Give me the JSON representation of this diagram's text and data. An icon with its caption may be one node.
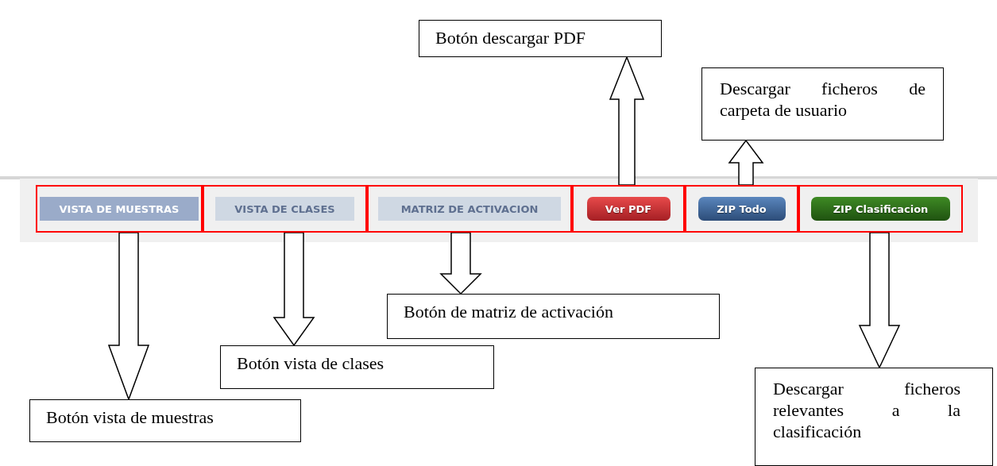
{
  "diagram": {
    "nodes": [
      {
        "text": [
          "Botón descargar PDF"
        ]
      },
      {
        "text": [
          "Descargar ficheros de carpeta de usuario"
        ]
      },
      {
        "text": [
          "VISTA DE MUESTRAS"
        ]
      },
      {
        "text": [
          "VISTA DE CLASES"
        ]
      },
      {
        "text": [
          "MATRIZ DE ACTIVACION"
        ]
      },
      {
        "text": [
          "Ver PDF"
        ]
      },
      {
        "text": [
          "ZIP Todo"
        ]
      },
      {
        "text": [
          "ZIP Clasificacion"
        ]
      },
      {
        "text": [
          "Botón de matriz de activación"
        ]
      },
      {
        "text": [
          "Botón vista de clases"
        ]
      },
      {
        "text": [
          "Descargar ficheros relevantes a la clasificación"
        ]
      },
      {
        "text": [
          "Botón vista de muestras"
        ]
      }
    ],
    "edges": [
      {
        "from": 5,
        "to": 0,
        "arrow": "to"
      },
      {
        "from": 6,
        "to": 1,
        "arrow": "to"
      },
      {
        "from": 2,
        "to": 11,
        "arrow": "to"
      },
      {
        "from": 3,
        "to": 9,
        "arrow": "to"
      },
      {
        "from": 4,
        "to": 8,
        "arrow": "to"
      },
      {
        "from": 7,
        "to": 10,
        "arrow": "to"
      }
    ]
  }
}
